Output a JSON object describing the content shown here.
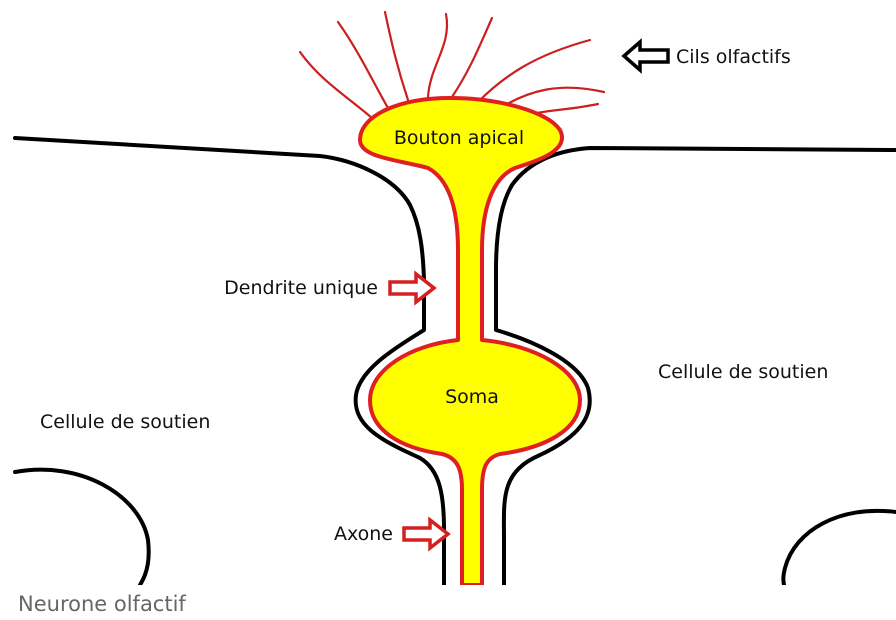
{
  "labels": {
    "cilia": "Cils olfactifs",
    "apical_knob": "Bouton apical",
    "dendrite": "Dendrite unique",
    "soma": "Soma",
    "axon": "Axone",
    "support_cell_left": "Cellule de soutien",
    "support_cell_right": "Cellule de soutien"
  },
  "caption": "Neurone olfactif",
  "colors": {
    "neuron_fill": "#ffff00",
    "neuron_outline": "#e02020",
    "cilia": "#cc1f1f",
    "cell_membrane": "#000000",
    "pointer_arrow": "#d42020",
    "cilia_arrow": "#000000"
  }
}
